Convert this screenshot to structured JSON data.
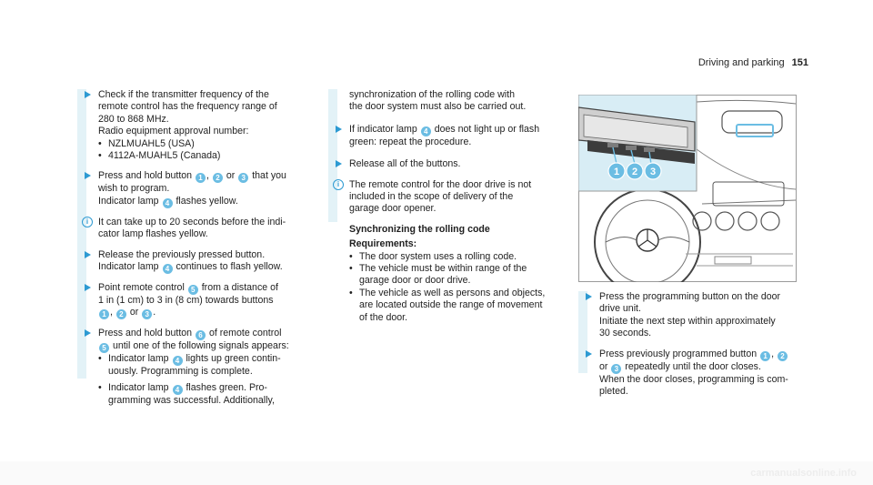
{
  "header": {
    "section": "Driving and parking",
    "page": "151"
  },
  "col1": {
    "check_line1": "Check if the transmitter frequency of the",
    "check_line2": "remote control has the frequency range of",
    "check_line3": "280 to 868 MHz.",
    "approval_label": "Radio equipment approval number:",
    "approval_usa": "NZLMUAHL5 (USA)",
    "approval_canada": "4112A-MUAHL5 (Canada)",
    "press_a1": "Press and hold button",
    "press_a2": ",",
    "press_a3": "or",
    "press_a4": "that you",
    "press_line2": "wish to program.",
    "press_line3a": "Indicator lamp",
    "press_line3b": "flashes yellow.",
    "info_line1": "It can take up to 20 seconds before the indi-",
    "info_line2": "cator lamp flashes yellow.",
    "release_line1": "Release the previously pressed button.",
    "release_line2a": "Indicator lamp",
    "release_line2b": "continues to flash yellow.",
    "point_1a": "Point remote control",
    "point_1b": "from a distance of",
    "point_line2": "1 in (1 cm) to 3 in (8 cm) towards buttons",
    "point_3a": ",",
    "point_3b": "or",
    "point_3c": ".",
    "hold_1a": "Press and hold button",
    "hold_1b": "of remote control",
    "hold_2": "until one of the following signals appears:",
    "sig1_a": "Indicator lamp",
    "sig1_b": "lights up green contin-",
    "sig1_line2": "uously. Programming is complete.",
    "sig2_a": "Indicator lamp",
    "sig2_b": "flashes green. Pro-",
    "sig2_line2": "gramming was successful. Additionally,"
  },
  "col2": {
    "cont_line1": "synchronization of the rolling code with",
    "cont_line2": "the door system must also be carried out.",
    "if_a": "If indicator lamp",
    "if_b": "does not light up or flash",
    "if_line2": "green: repeat the procedure.",
    "release_all": "Release all of the buttons.",
    "info_line1": "The remote control for the door drive is not",
    "info_line2": "included in the scope of delivery of the",
    "info_line3": "garage door opener.",
    "sync_heading": "Synchronizing the rolling code",
    "req_label": "Requirements:",
    "req1": "The door system uses a rolling code.",
    "req2_line1": "The vehicle must be within range of the",
    "req2_line2": "garage door or door drive.",
    "req3_line1": "The vehicle as well as persons and objects,",
    "req3_line2": "are located outside the range of movement",
    "req3_line3": "of the door."
  },
  "col3": {
    "prog_line1": "Press the programming button on the door",
    "prog_line2": "drive unit.",
    "prog_line3": "Initiate the next step within approximately",
    "prog_line4": "30 seconds.",
    "prev_a": "Press previously programmed button",
    "prev_b": ",",
    "prev_c": "or",
    "prev_d": "repeatedly until the door closes.",
    "prev_line3": "When the door closes, programming is com-",
    "prev_line4": "pleted."
  },
  "callouts": {
    "n1": "1",
    "n2": "2",
    "n3": "3",
    "n4": "4",
    "n5": "5",
    "n6": "6"
  },
  "figure": {
    "btn1": "1",
    "btn2": "2",
    "btn3": "3"
  },
  "footer": {
    "watermark": "carmanualsonline.info"
  },
  "colors": {
    "accent": "#2d9ad2",
    "callout": "#6bbde3",
    "bar": "#e3f2f7"
  }
}
